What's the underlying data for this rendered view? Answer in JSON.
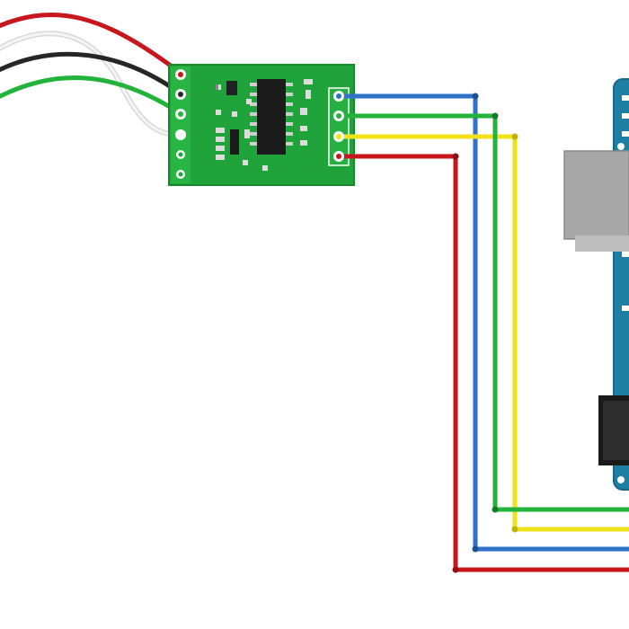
{
  "diagram": {
    "type": "wiring-diagram",
    "components": [
      {
        "id": "hx711-module",
        "kind": "load-cell amplifier board",
        "color": "#1fa33a"
      },
      {
        "id": "arduino-board",
        "kind": "microcontroller board (partial)",
        "color": "#1f7fa3"
      }
    ],
    "wires": {
      "load_cell_side": [
        {
          "name": "red",
          "color": "#c8161d"
        },
        {
          "name": "black",
          "color": "#262626"
        },
        {
          "name": "white",
          "color": "#e6e6e6"
        },
        {
          "name": "green",
          "color": "#22b33a"
        }
      ],
      "mcu_side": [
        {
          "name": "blue",
          "color": "#2f72c9"
        },
        {
          "name": "green",
          "color": "#22b33a"
        },
        {
          "name": "yellow",
          "color": "#f2e21a"
        },
        {
          "name": "red",
          "color": "#c8161d"
        }
      ]
    }
  }
}
